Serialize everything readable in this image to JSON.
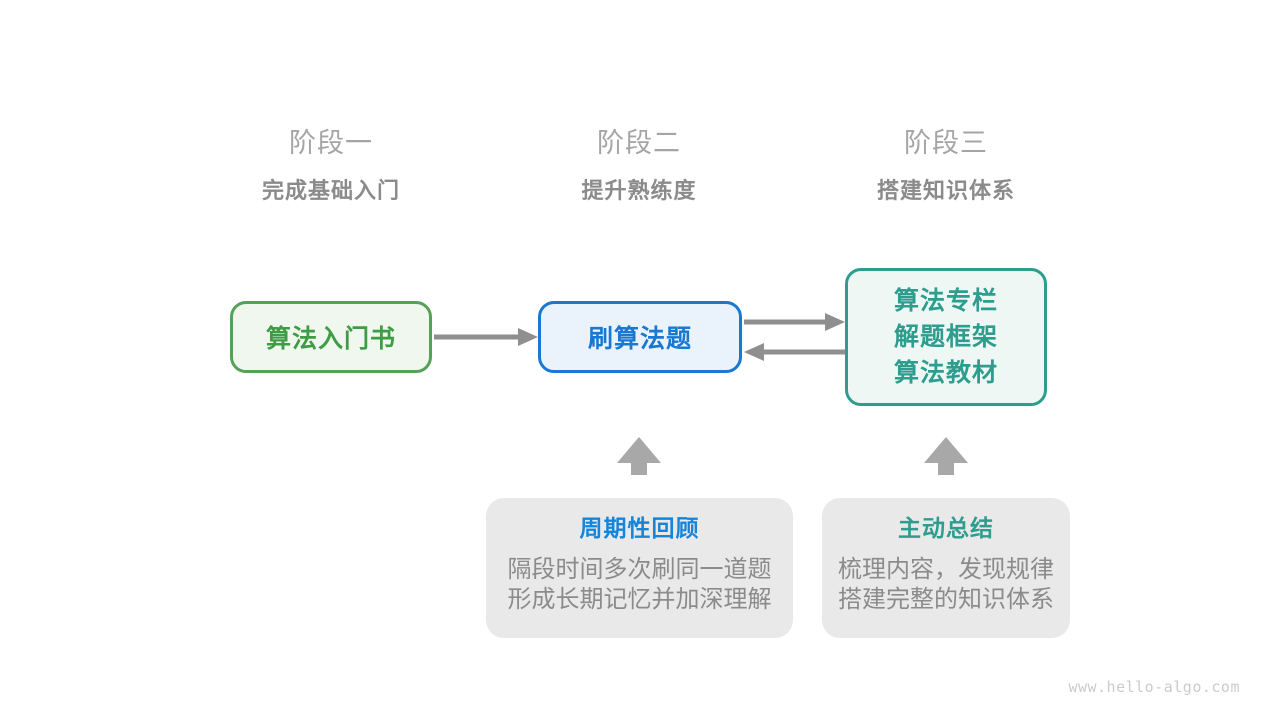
{
  "stages": [
    {
      "label": "阶段一",
      "subtitle": "完成基础入门"
    },
    {
      "label": "阶段二",
      "subtitle": "提升熟练度"
    },
    {
      "label": "阶段三",
      "subtitle": "搭建知识体系"
    }
  ],
  "nodes": {
    "intro_book": {
      "label": "算法入门书"
    },
    "practice": {
      "label": "刷算法题"
    },
    "resources": {
      "lines": [
        "算法专栏",
        "解题框架",
        "算法教材"
      ]
    }
  },
  "edges": [
    {
      "from": "算法入门书",
      "to": "刷算法题",
      "direction": "right"
    },
    {
      "from": "刷算法题",
      "to": "算法专栏/解题框架/算法教材",
      "direction": "right"
    },
    {
      "from": "算法专栏/解题框架/算法教材",
      "to": "刷算法题",
      "direction": "left"
    },
    {
      "from": "周期性回顾",
      "to": "刷算法题",
      "direction": "up"
    },
    {
      "from": "主动总结",
      "to": "算法专栏/解题框架/算法教材",
      "direction": "up"
    }
  ],
  "notes": [
    {
      "title": "周期性回顾",
      "lines": [
        "隔段时间多次刷同一道题",
        "形成长期记忆并加深理解"
      ]
    },
    {
      "title": "主动总结",
      "lines": [
        "梳理内容，发现规律",
        "搭建完整的知识体系"
      ]
    }
  ],
  "watermark": "www.hello-algo.com",
  "colors": {
    "background": "#ffffff",
    "stage_label": "#a5a5a5",
    "stage_subtitle": "#8b8b8b",
    "green_border": "#57a057",
    "green_text": "#3e9c44",
    "green_fill": "#f0f7ee",
    "blue_border": "#1878d2",
    "blue_text": "#1878d2",
    "blue_fill": "#eaf3fb",
    "teal_border": "#2e9d8e",
    "teal_text": "#2e9d8e",
    "teal_fill": "#eef7f4",
    "note_bg": "#e9e9e9",
    "note_title_blue": "#1585db",
    "note_text": "#8b8b8b",
    "arrow": "#8f8f8f",
    "block_arrow": "#a8a8a8",
    "watermark": "#cbcbcb"
  }
}
